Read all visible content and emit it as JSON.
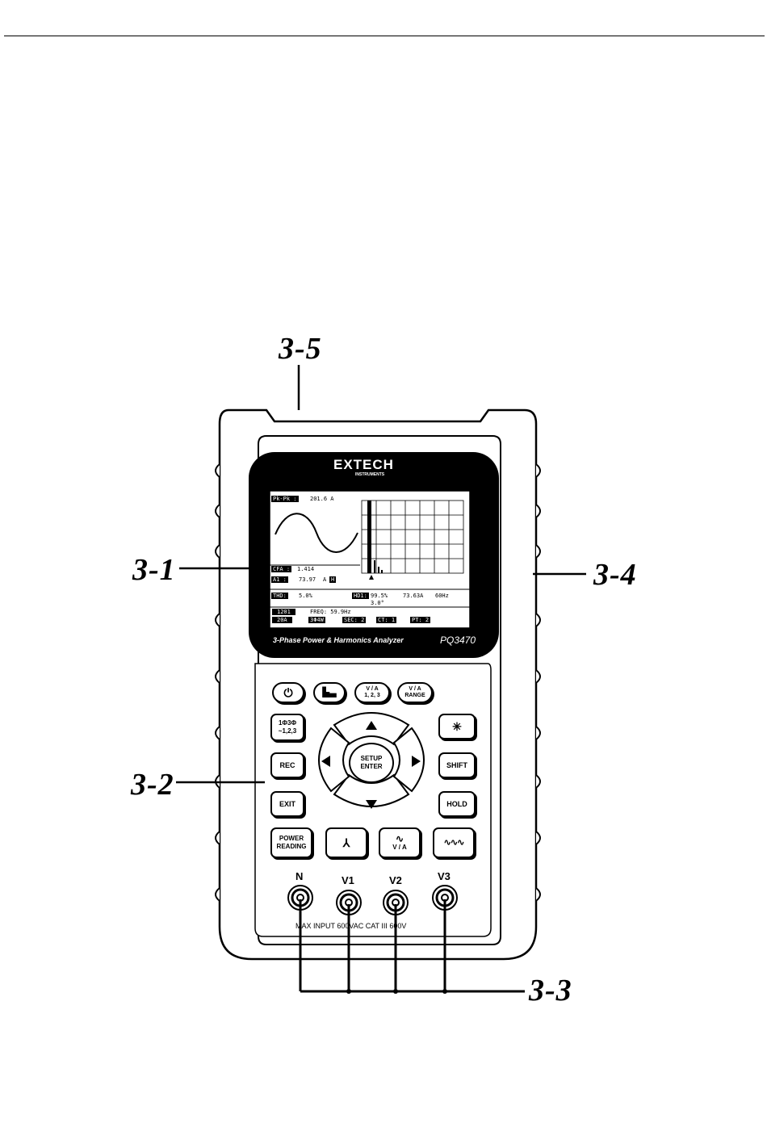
{
  "callouts": {
    "c35": "3-5",
    "c31": "3-1",
    "c34": "3-4",
    "c32": "3-2",
    "c33": "3-3"
  },
  "device": {
    "brand": "EXTECH",
    "brand_sub": "INSTRUMENTS",
    "product_name": "3-Phase Power & Harmonics Analyzer",
    "model": "PQ3470",
    "max_input": "MAX INPUT 600VAC CAT III 600V"
  },
  "screen": {
    "pkpk_label": "Pk-Pk :",
    "pkpk_value": "201.6 A",
    "cfa_label": "CFA :",
    "cfa_value": "1.414",
    "a1_label": "A1 :",
    "a1_value": "73.97",
    "a1_unit": "A",
    "a1_flag": "H",
    "thd_label": "THD:",
    "thd_value": "5.0%",
    "hd1_label": "HD1:",
    "hd1_pct": "99.5%",
    "hd1_amps": "73.63A",
    "hd1_freq": "60Hz",
    "hd1_phase": "3.0°",
    "status_time": "1201",
    "status_freq": "FREQ: 59.9Hz",
    "status_range": "20A",
    "status_wiring": "3Φ4W",
    "status_sec": "SEC: 2",
    "status_ct": "CT: 1",
    "status_pt": "PT: 2"
  },
  "keys": {
    "va123": "V / A\n1, 2, 3",
    "varange": "V / A\nRANGE",
    "phase": "1Φ3Φ\n~1,2,3",
    "rec": "REC",
    "exit": "EXIT",
    "power_reading": "POWER\nREADING",
    "setup_enter": "SETUP\nENTER",
    "shift": "SHIFT",
    "hold": "HOLD",
    "va_wave": "V / A"
  },
  "jacks": [
    "N",
    "V1",
    "V2",
    "V3"
  ]
}
